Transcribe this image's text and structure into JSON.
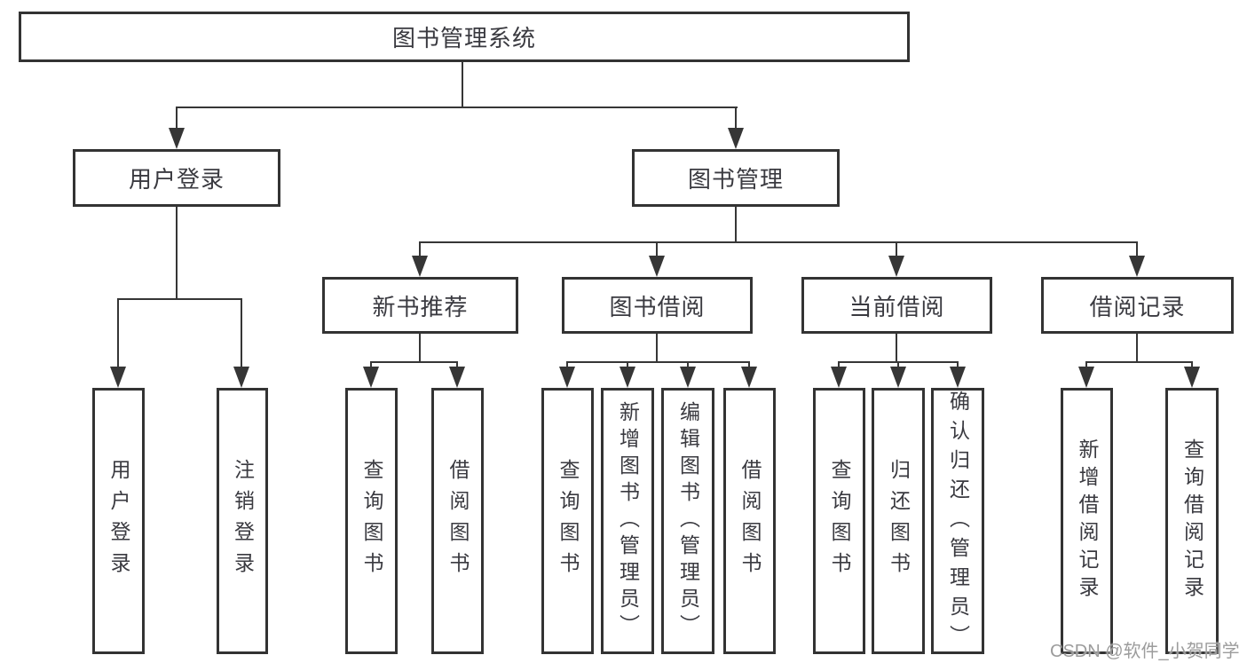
{
  "diagram_type": "hierarchy-tree",
  "colors": {
    "line": "#363636",
    "box_border": "#333333",
    "text": "#3a3a40",
    "watermark": "#9c9c9c",
    "background": "#ffffff"
  },
  "tree": {
    "root": "图书管理系统",
    "children": [
      {
        "label": "用户登录",
        "children": [
          {
            "label": "用户登录"
          },
          {
            "label": "注销登录"
          }
        ]
      },
      {
        "label": "图书管理",
        "children": [
          {
            "label": "新书推荐",
            "children": [
              {
                "label": "查询图书"
              },
              {
                "label": "借阅图书"
              }
            ]
          },
          {
            "label": "图书借阅",
            "children": [
              {
                "label": "查询图书"
              },
              {
                "label": "新增图书（管理员）"
              },
              {
                "label": "编辑图书（管理员）"
              },
              {
                "label": "借阅图书"
              }
            ]
          },
          {
            "label": "当前借阅",
            "children": [
              {
                "label": "查询图书"
              },
              {
                "label": "归还图书"
              },
              {
                "label": "确认归还（管理员）"
              }
            ]
          },
          {
            "label": "借阅记录",
            "children": [
              {
                "label": "新增借阅记录"
              },
              {
                "label": "查询借阅记录"
              }
            ]
          }
        ]
      }
    ]
  },
  "watermark": {
    "text": "CSDN @软件_小贺同学"
  }
}
